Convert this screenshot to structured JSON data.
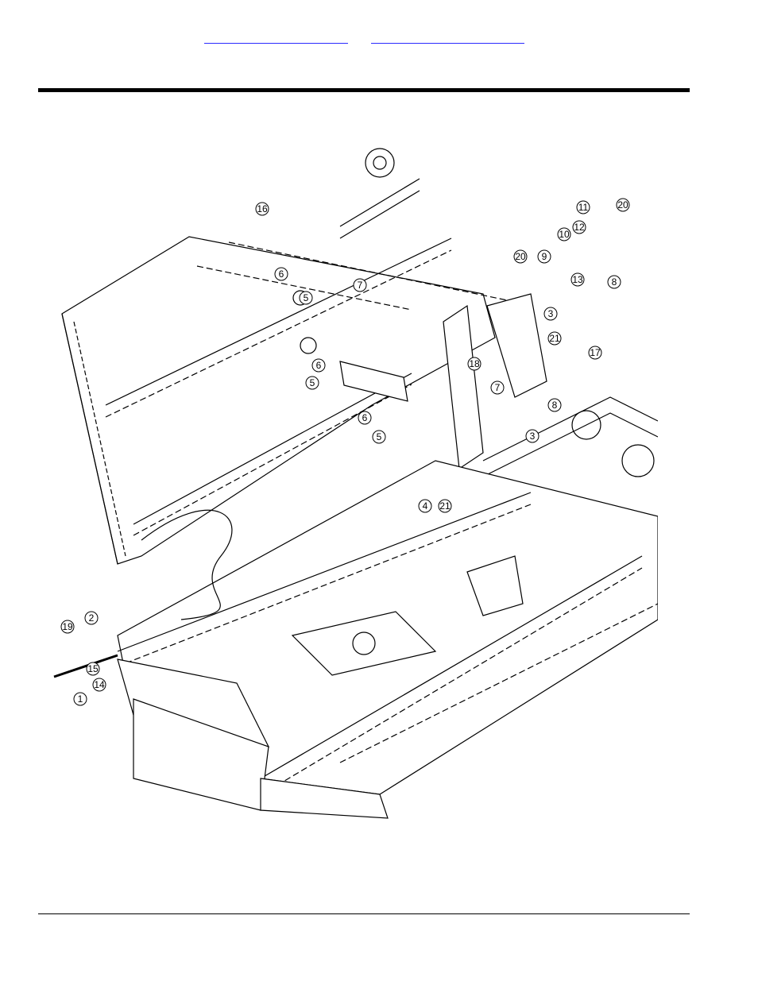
{
  "header": {
    "link_a": "",
    "link_b": ""
  },
  "diagram": {
    "callouts": [
      {
        "id": "c1",
        "label": "1"
      },
      {
        "id": "c2",
        "label": "2"
      },
      {
        "id": "c3a",
        "label": "3"
      },
      {
        "id": "c3b",
        "label": "3"
      },
      {
        "id": "c4",
        "label": "4"
      },
      {
        "id": "c5a",
        "label": "5"
      },
      {
        "id": "c5b",
        "label": "5"
      },
      {
        "id": "c5c",
        "label": "5"
      },
      {
        "id": "c6a",
        "label": "6"
      },
      {
        "id": "c6b",
        "label": "6"
      },
      {
        "id": "c6c",
        "label": "6"
      },
      {
        "id": "c7a",
        "label": "7"
      },
      {
        "id": "c7b",
        "label": "7"
      },
      {
        "id": "c8a",
        "label": "8"
      },
      {
        "id": "c8b",
        "label": "8"
      },
      {
        "id": "c9",
        "label": "9"
      },
      {
        "id": "c10",
        "label": "10"
      },
      {
        "id": "c11",
        "label": "11"
      },
      {
        "id": "c12",
        "label": "12"
      },
      {
        "id": "c13",
        "label": "13"
      },
      {
        "id": "c14",
        "label": "14"
      },
      {
        "id": "c15",
        "label": "15"
      },
      {
        "id": "c16",
        "label": "16"
      },
      {
        "id": "c17",
        "label": "17"
      },
      {
        "id": "c18",
        "label": "18"
      },
      {
        "id": "c19",
        "label": "19"
      },
      {
        "id": "c20a",
        "label": "20"
      },
      {
        "id": "c20b",
        "label": "20"
      },
      {
        "id": "c21a",
        "label": "21"
      },
      {
        "id": "c21b",
        "label": "21"
      }
    ]
  }
}
